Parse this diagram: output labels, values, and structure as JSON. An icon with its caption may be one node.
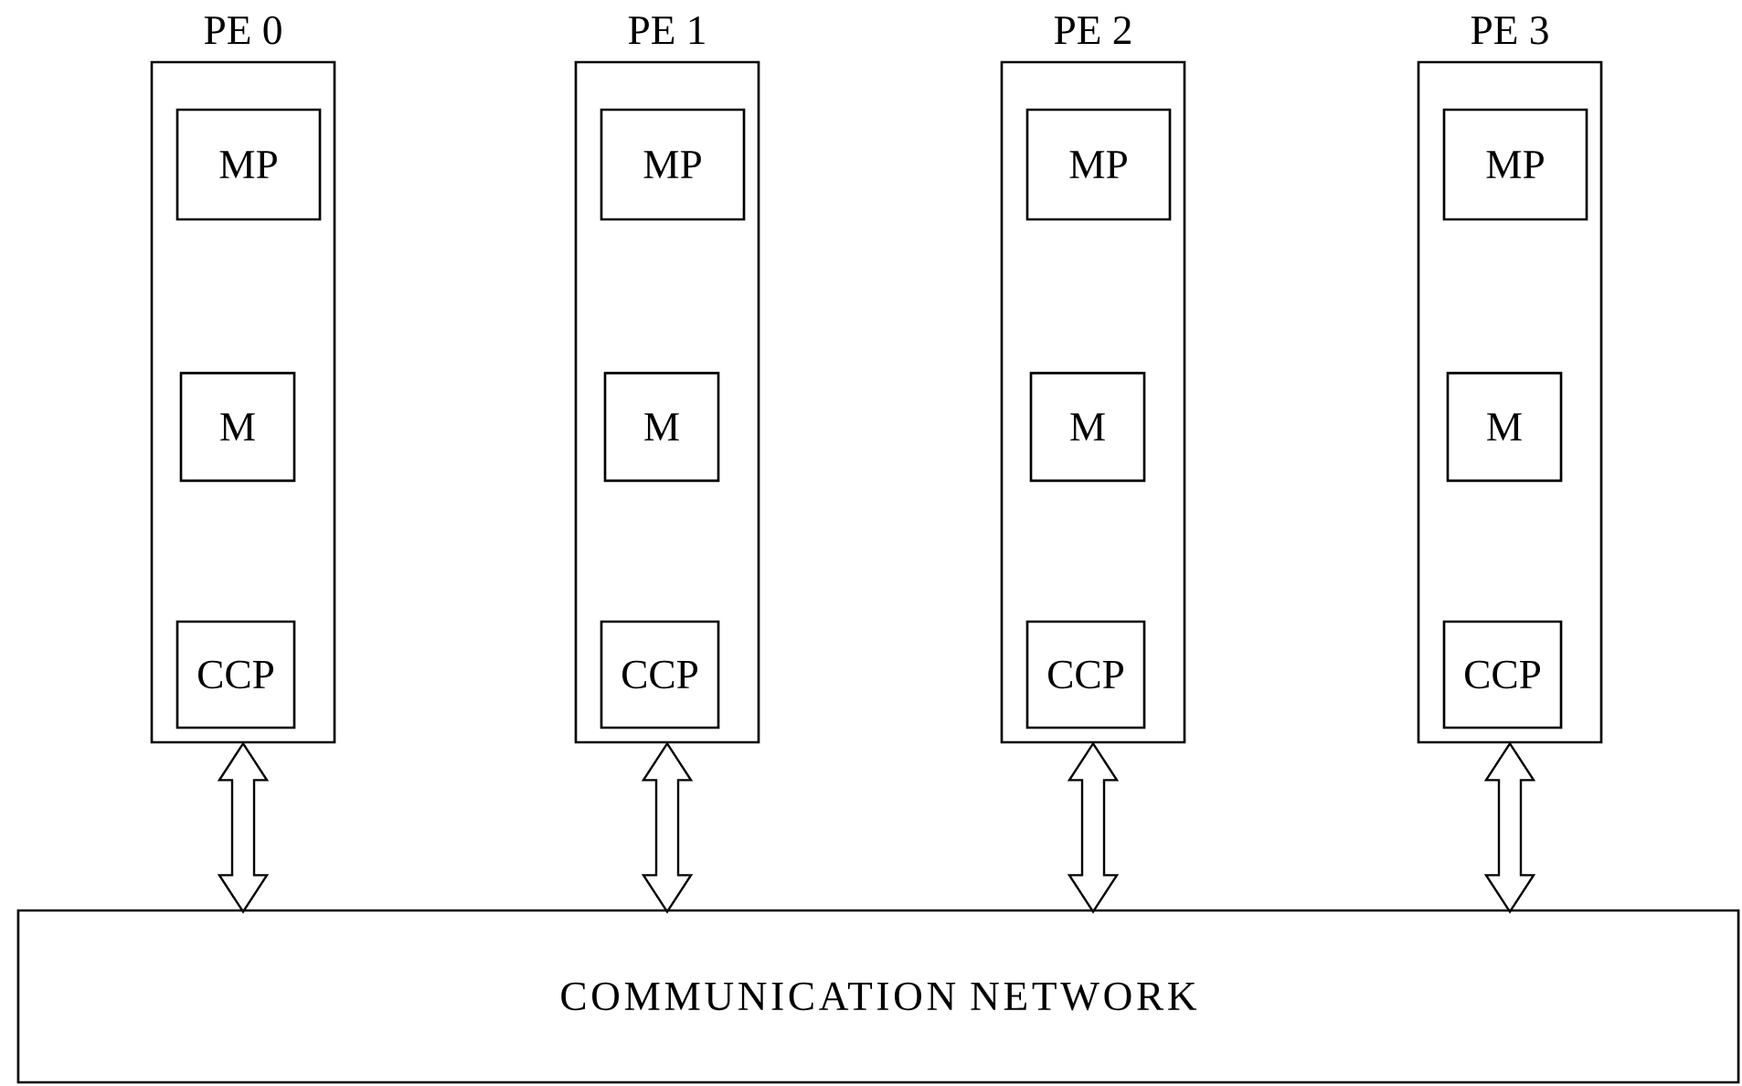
{
  "diagram": {
    "nodes": [
      {
        "text": [
          "PE 0"
        ]
      },
      {
        "text": [
          "MP"
        ],
        "in": 0
      },
      {
        "text": [
          "M"
        ],
        "in": 0
      },
      {
        "text": [
          "CCP"
        ],
        "in": 0
      },
      {
        "text": [
          "PE 1"
        ]
      },
      {
        "text": [
          "MP"
        ],
        "in": 4
      },
      {
        "text": [
          "M"
        ],
        "in": 4
      },
      {
        "text": [
          "CCP"
        ],
        "in": 4
      },
      {
        "text": [
          "PE 2"
        ]
      },
      {
        "text": [
          "MP"
        ],
        "in": 8
      },
      {
        "text": [
          "M"
        ],
        "in": 8
      },
      {
        "text": [
          "CCP"
        ],
        "in": 8
      },
      {
        "text": [
          "PE 3"
        ]
      },
      {
        "text": [
          "MP"
        ],
        "in": 12
      },
      {
        "text": [
          "M"
        ],
        "in": 12
      },
      {
        "text": [
          "CCP"
        ],
        "in": 12
      },
      {
        "text": [
          "COMMUNICATION NETWORK"
        ]
      }
    ],
    "edges": [
      {
        "from": 0,
        "to": 16,
        "arrow": "both"
      },
      {
        "from": 4,
        "to": 16,
        "arrow": "both"
      },
      {
        "from": 8,
        "to": 16,
        "arrow": "both"
      },
      {
        "from": 12,
        "to": 16,
        "arrow": "both"
      }
    ]
  }
}
